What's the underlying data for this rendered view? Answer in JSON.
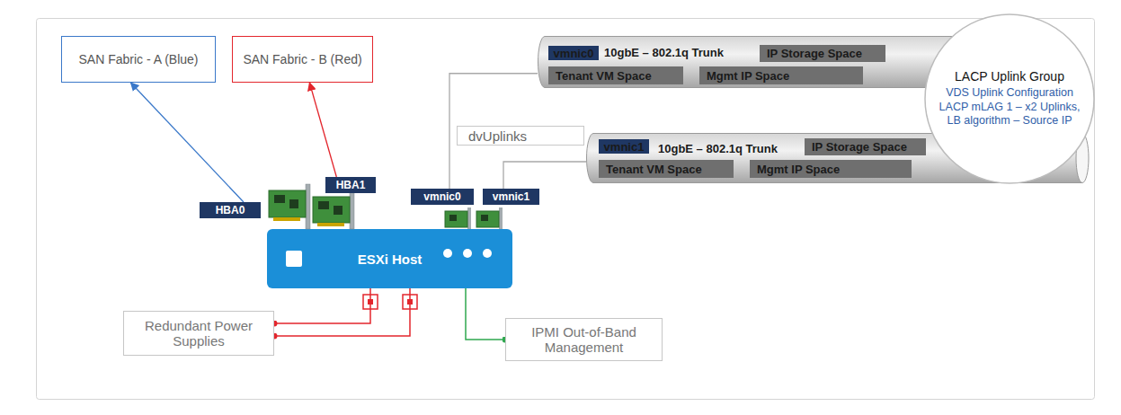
{
  "diagram": {
    "nodes": [
      {
        "text": [
          "SAN Fabric - A (Blue)"
        ]
      },
      {
        "text": [
          "SAN Fabric - B (Red)"
        ]
      },
      {
        "text": [
          "10gbE – 802.1q Trunk"
        ]
      },
      {
        "text": [
          "vmnic0"
        ],
        "in": 2
      },
      {
        "text": [
          "IP Storage Space"
        ],
        "in": 2
      },
      {
        "text": [
          "Tenant VM Space"
        ],
        "in": 2
      },
      {
        "text": [
          "Mgmt IP Space"
        ],
        "in": 2
      },
      {
        "text": [
          "LACP Uplink Group",
          "VDS Uplink Configuration LACP mLAG 1 – x2 Uplinks, LB algorithm – Source IP"
        ]
      },
      {
        "text": [
          "dvUplinks"
        ]
      },
      {
        "text": [
          "10gbE – 802.1q Trunk"
        ]
      },
      {
        "text": [
          "vmnic1"
        ],
        "in": 9
      },
      {
        "text": [
          "IP Storage Space"
        ],
        "in": 9
      },
      {
        "text": [
          "Tenant VM Space"
        ],
        "in": 9
      },
      {
        "text": [
          "Mgmt IP Space"
        ],
        "in": 9
      },
      {
        "text": [
          "HBA1"
        ]
      },
      {
        "text": [
          "vmnic0"
        ]
      },
      {
        "text": [
          "vmnic1"
        ]
      },
      {
        "text": [
          "HBA0"
        ]
      },
      {
        "text": [
          "ESXi Host"
        ]
      },
      {
        "text": [
          "Redundant Power Supplies"
        ]
      },
      {
        "text": [
          "IPMI Out-of-Band Management"
        ]
      }
    ],
    "edges": [
      {
        "from": 17,
        "to": 0,
        "arrow": "to"
      },
      {
        "from": 14,
        "to": 1,
        "arrow": "to"
      },
      {
        "from": 15,
        "to": 2,
        "arrow": "none"
      },
      {
        "from": 16,
        "to": 9,
        "arrow": "none"
      },
      {
        "from": 19,
        "to": 18,
        "arrow": "none"
      },
      {
        "from": 19,
        "to": 18,
        "arrow": "none"
      },
      {
        "from": 18,
        "to": 20,
        "arrow": "none"
      }
    ]
  }
}
